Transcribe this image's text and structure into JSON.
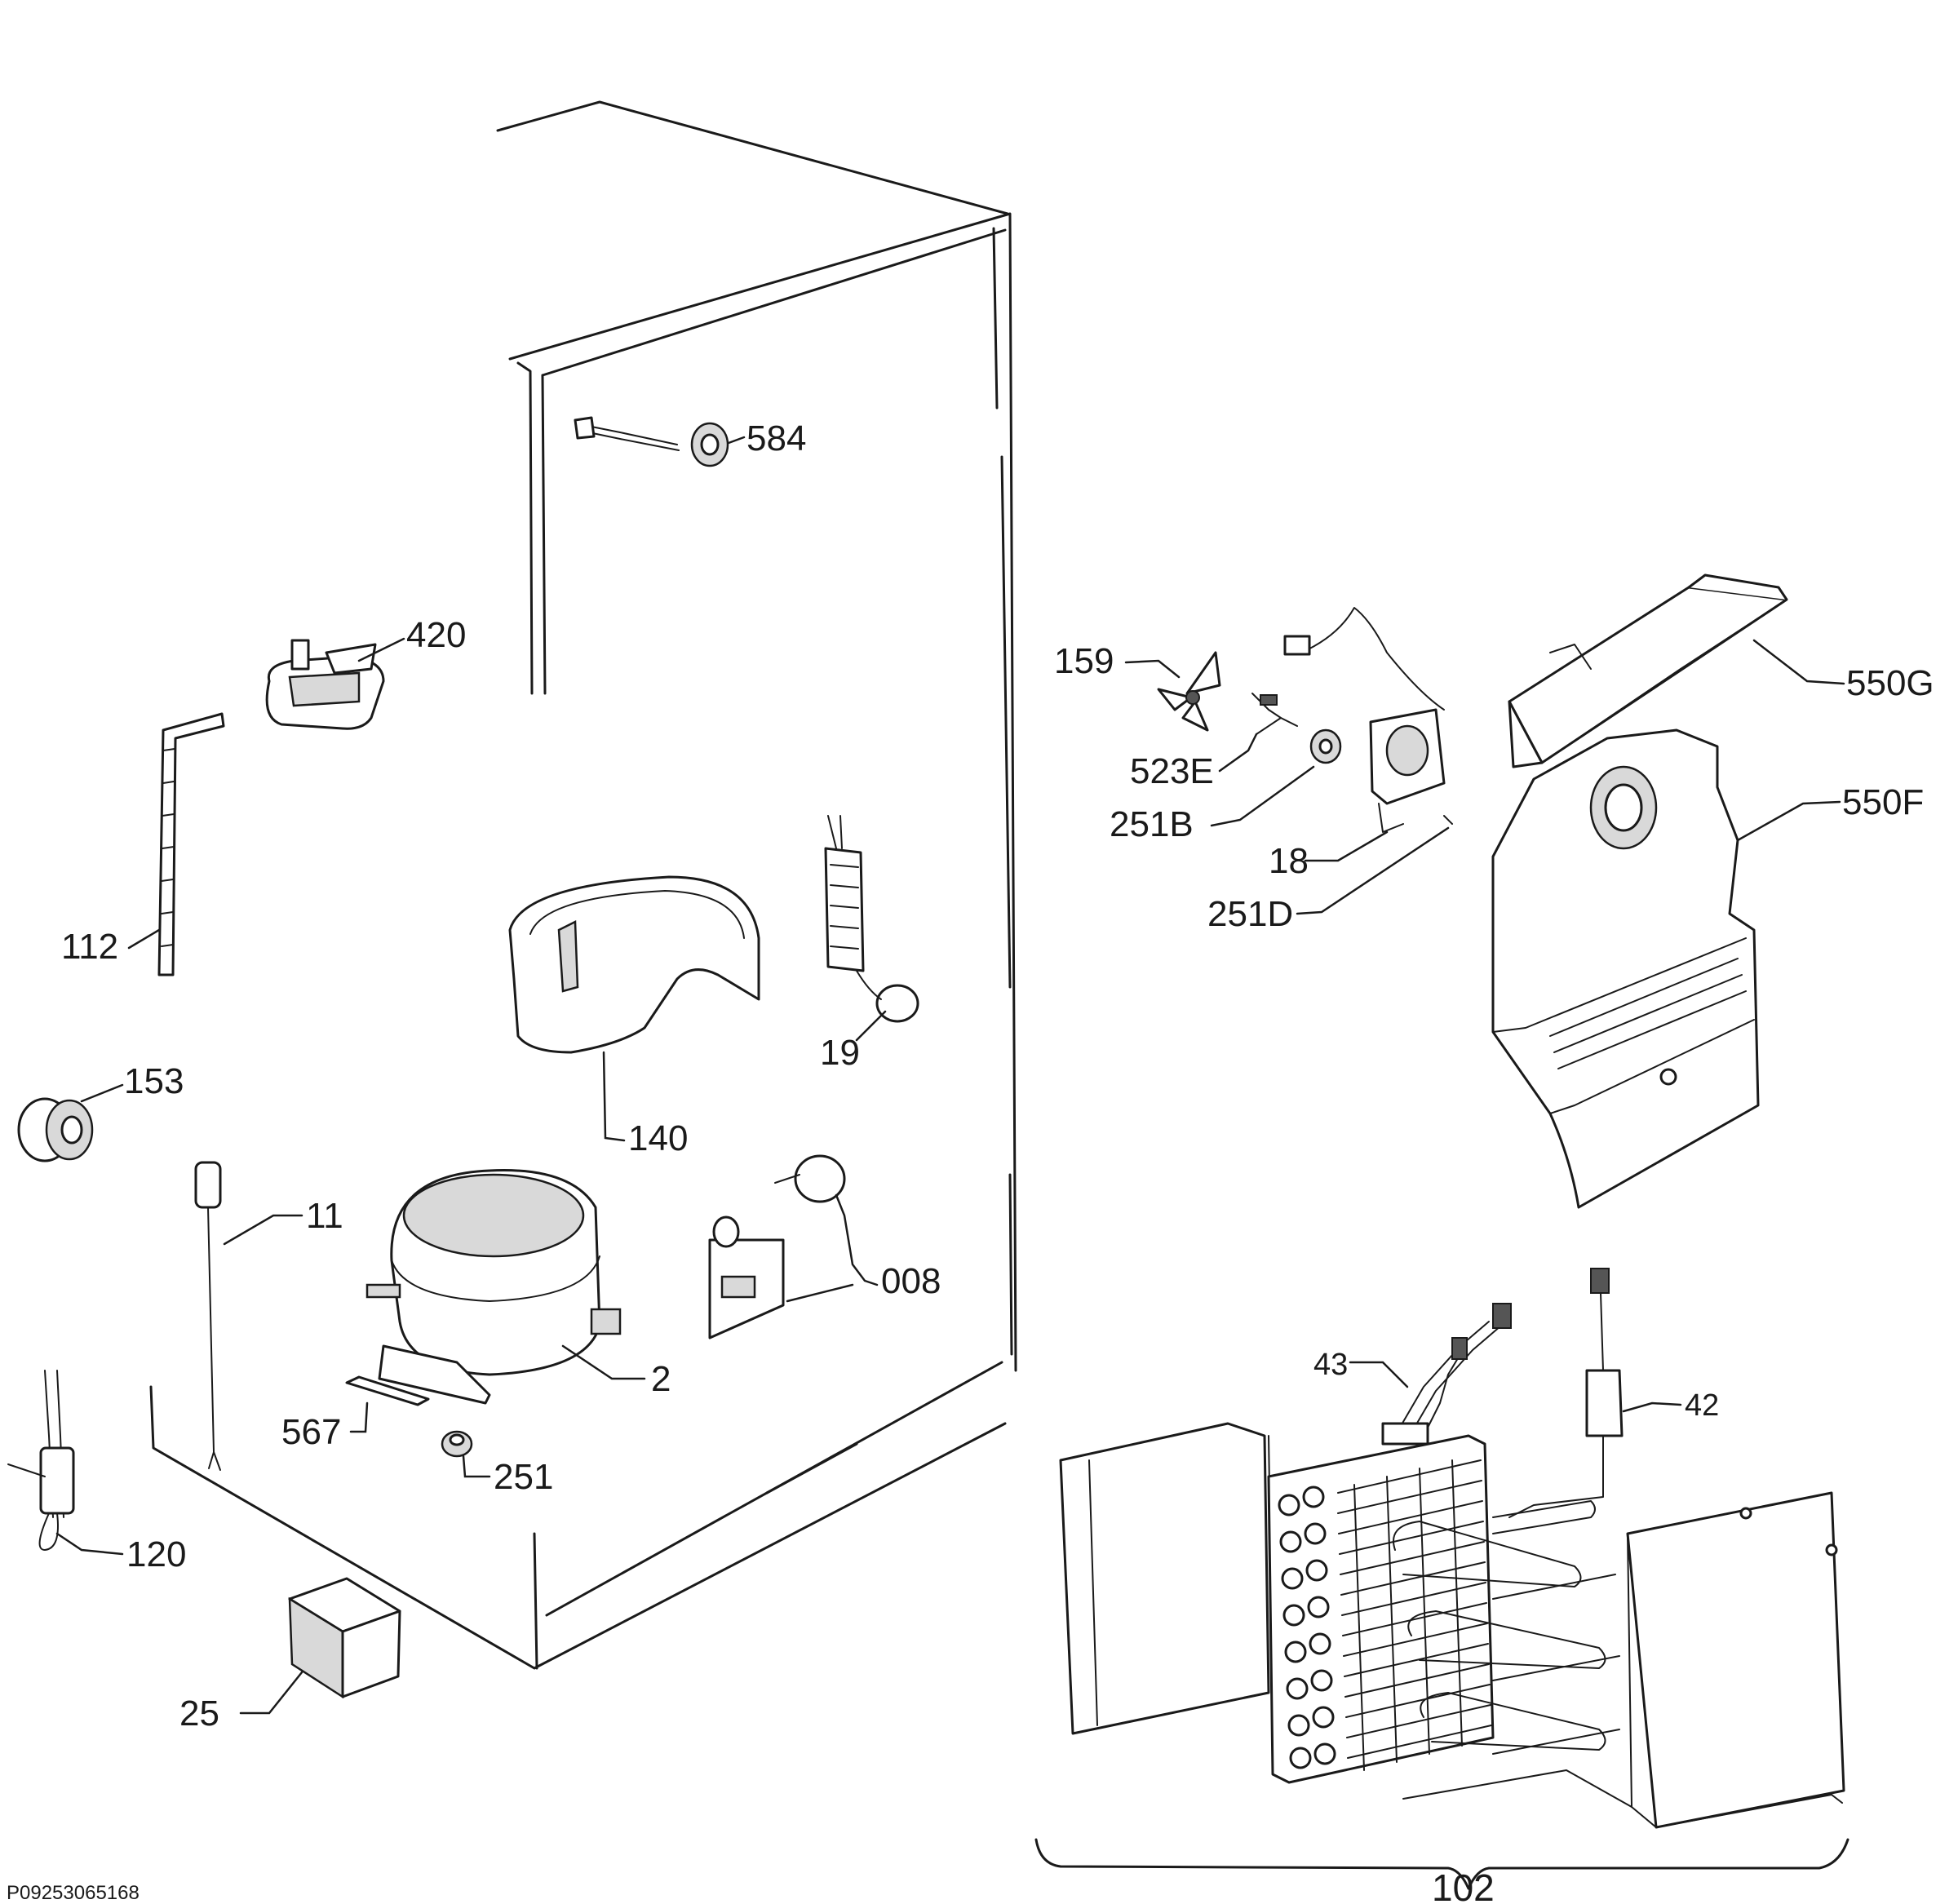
{
  "labels": {
    "p584": "584",
    "p420": "420",
    "p112": "112",
    "p153": "153",
    "p11": "11",
    "p140": "140",
    "p19": "19",
    "p008": "008",
    "p2": "2",
    "p567": "567",
    "p251": "251",
    "p120": "120",
    "p25": "25",
    "p159": "159",
    "p523E": "523E",
    "p251B": "251B",
    "p18": "18",
    "p251D": "251D",
    "p550G": "550G",
    "p550F": "550F",
    "p43": "43",
    "p42": "42",
    "p102": "102"
  },
  "drawing_ref": "P09253065168"
}
